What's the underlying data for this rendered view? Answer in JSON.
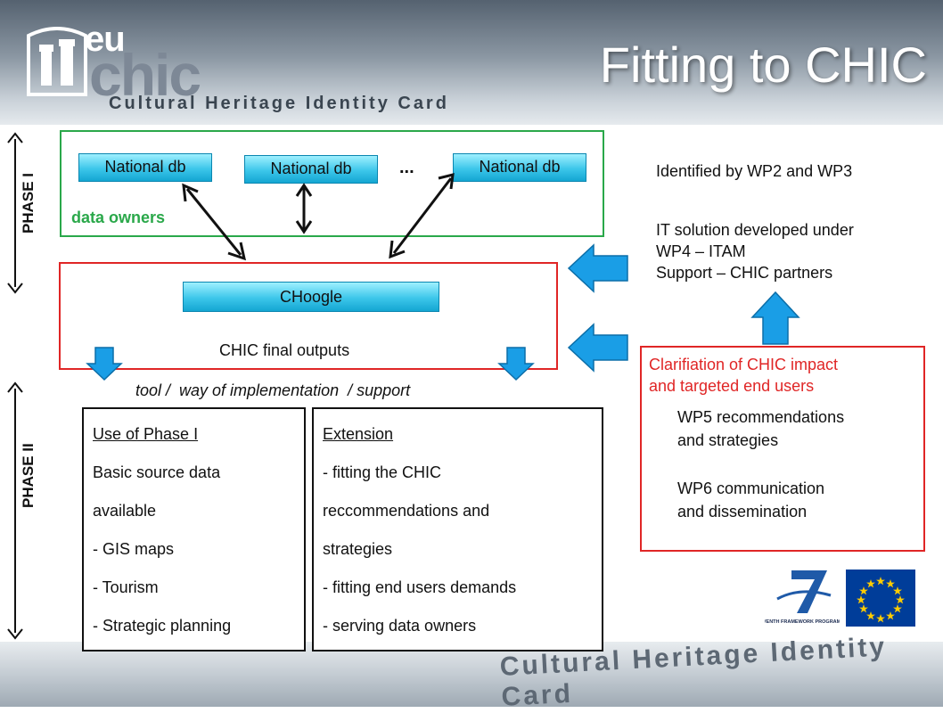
{
  "slide": {
    "title": "Fitting to CHIC",
    "logo": {
      "eu": "eu",
      "chic": "chic",
      "subtitle": "Cultural Heritage Identity Card"
    },
    "footer_text": "Cultural Heritage Identity Card"
  },
  "phases": {
    "phase1": "PHASE I",
    "phase2": "PHASE II"
  },
  "data_owners": {
    "db_labels": [
      "National db",
      "National db",
      "National db"
    ],
    "ellipsis": "...",
    "label": "data owners"
  },
  "chic_box": {
    "choogle": "CHoogle",
    "final_outputs": "CHIC final outputs"
  },
  "implementation_label": "tool /  way of implementation  / support",
  "use_phase1": {
    "lines": [
      "Use of Phase I",
      "Basic source data",
      "available",
      "- GIS maps",
      "- Tourism",
      "- Strategic planning"
    ]
  },
  "extension": {
    "lines": [
      "Extension",
      "- fitting the CHIC",
      "reccommendations and",
      "strategies",
      "- fitting end users demands",
      "- serving data owners"
    ]
  },
  "right_panel": {
    "identified": "Identified by WP2 and WP3",
    "it_solution": [
      "IT solution developed under",
      "WP4 – ITAM",
      "Support – CHIC partners"
    ],
    "clarification": [
      "Clarifiation of CHIC impact",
      "and targeted end users"
    ],
    "wp5": [
      "WP5 recommendations",
      "and strategies"
    ],
    "wp6": [
      "WP6 communication",
      "and dissemination"
    ]
  },
  "badges": {
    "fp7": "SEVENTH FRAMEWORK PROGRAMME"
  },
  "colors": {
    "green": "#2aa84a",
    "red": "#e02626",
    "blue_arrow": "#1a9ee6",
    "cyan": "#3cc6ea"
  }
}
